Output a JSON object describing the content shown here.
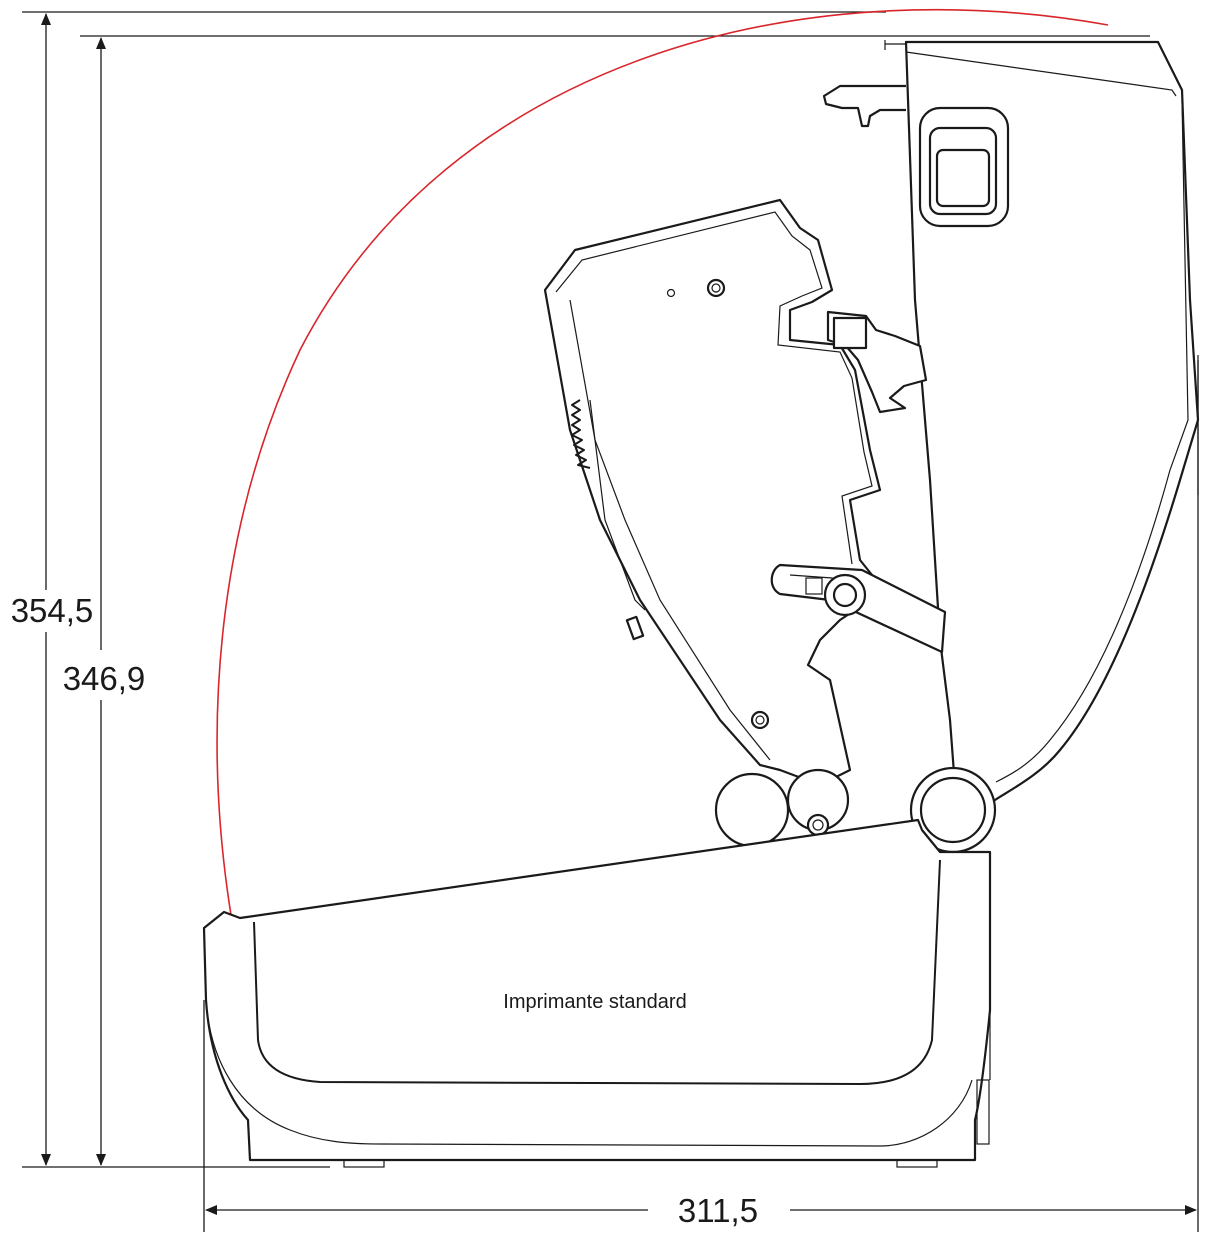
{
  "dimensions": {
    "overall_height": "354,5",
    "body_height": "346,9",
    "depth": "311,5"
  },
  "label": "Imprimante standard",
  "colors": {
    "line": "#1a1a1a",
    "arc": "#d9262c",
    "background": "#ffffff"
  }
}
